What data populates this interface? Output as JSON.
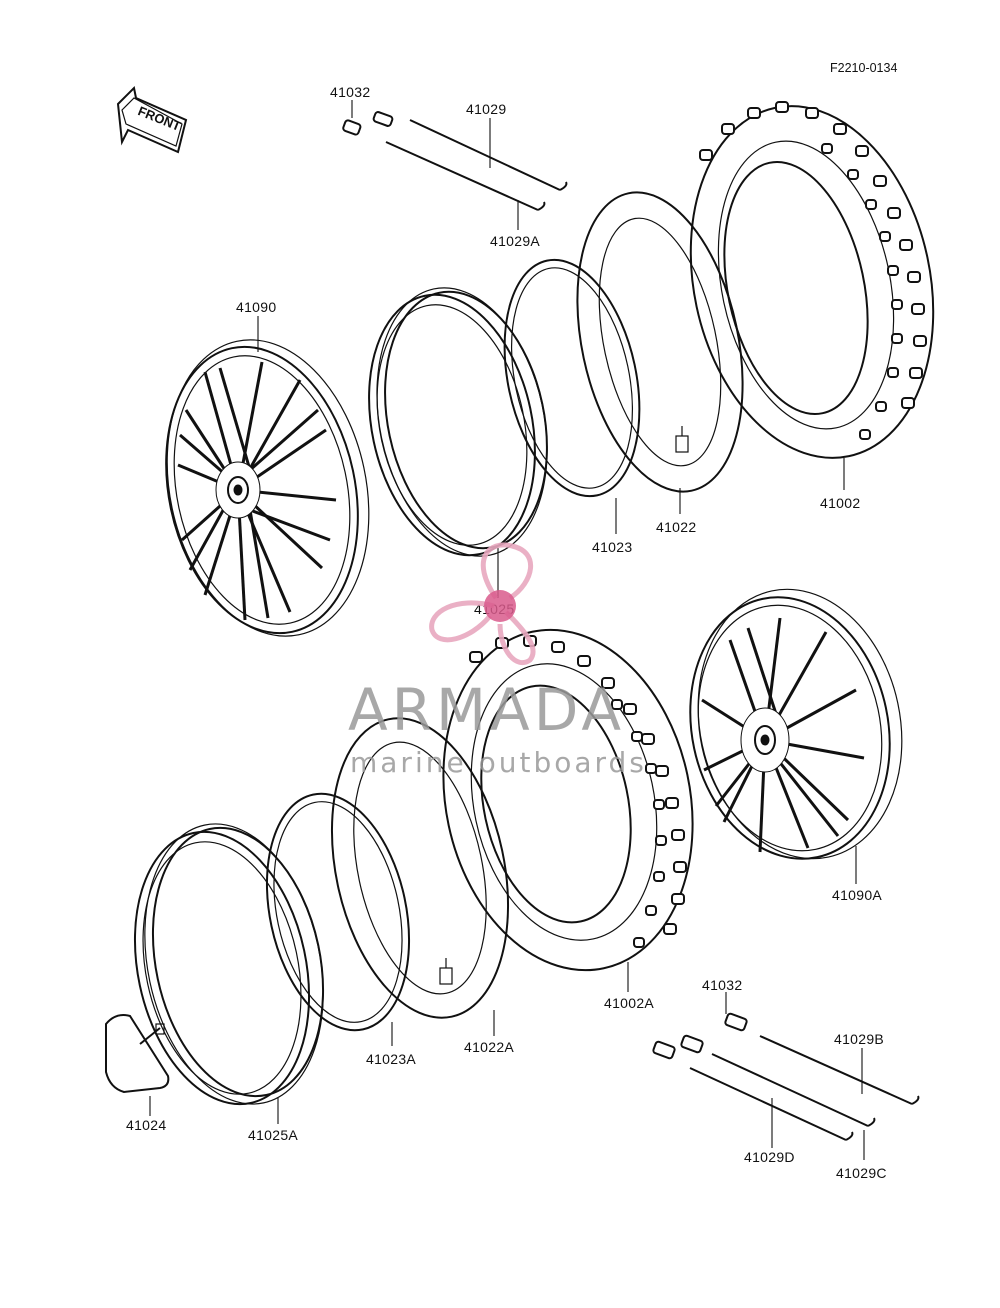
{
  "diagram_code": "F2210-0134",
  "front_label": "FRONT",
  "watermark": {
    "brand": "ARMADA",
    "tagline": "marine outboards"
  },
  "callouts": {
    "c41032_top": "41032",
    "c41029": "41029",
    "c41029A": "41029A",
    "c41090": "41090",
    "c41002": "41002",
    "c41022": "41022",
    "c41023": "41023",
    "c41025": "41025",
    "c41090A": "41090A",
    "c41002A": "41002A",
    "c41022A": "41022A",
    "c41023A": "41023A",
    "c41024": "41024",
    "c41025A": "41025A",
    "c41032_bottom": "41032",
    "c41029B": "41029B",
    "c41029C": "41029C",
    "c41029D": "41029D"
  }
}
